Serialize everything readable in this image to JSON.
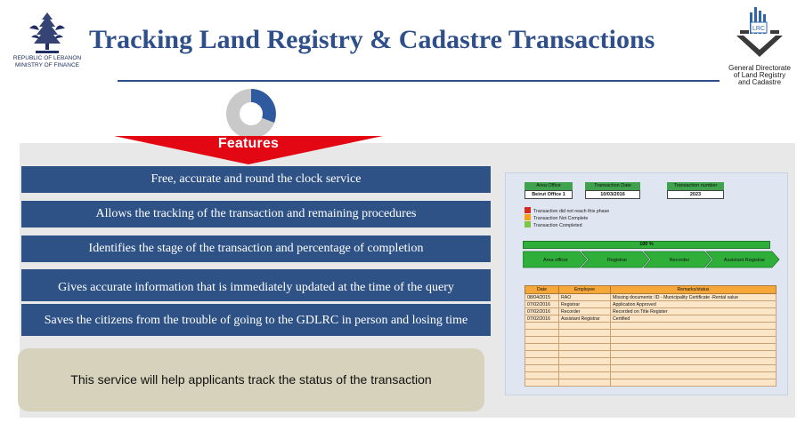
{
  "header": {
    "title": "Tracking Land Registry & Cadastre Transactions",
    "left_logo": {
      "icon": "cedar-tree-icon",
      "line1": "REPUBLIC OF LEBANON",
      "line2": "MINISTRY OF FINANCE"
    },
    "right_logo": {
      "icon": "lrc-logo-icon",
      "line1": "General Directorate",
      "line2": "of Land Registry",
      "line3": "and Cadastre"
    }
  },
  "features": {
    "heading": "Features",
    "items": [
      "Free, accurate and round the clock service",
      "Allows the tracking of the transaction and remaining procedures",
      "Identifies the stage of the transaction and percentage of completion",
      "Gives accurate information that is immediately updated at the time of  the  query",
      "Saves the citizens from the trouble of going to the GDLRC in person and losing time"
    ]
  },
  "notice": "This service will help applicants track the status of the transaction",
  "preview": {
    "fields": [
      {
        "label": "Area Office",
        "value": "Beirut Office 1"
      },
      {
        "label": "Transaction Date",
        "value": "10/03/2016"
      },
      {
        "label": "Transaction number",
        "value": "2023"
      }
    ],
    "legend": [
      {
        "color": "#d62b1f",
        "text": "Transaction did not reach this phase"
      },
      {
        "color": "#f2a31b",
        "text": "Transaction Not Complete"
      },
      {
        "color": "#7cc644",
        "text": "Transaction Completed"
      }
    ],
    "progress_text": "100  %",
    "progress": 1.0,
    "steps": [
      "Area officer",
      "Registrar",
      "Recorder",
      "Assistant Registrar"
    ],
    "table": {
      "headers": [
        "Date",
        "Employee",
        "Remarks/status"
      ],
      "rows": [
        [
          "08/04/2015",
          "RAO",
          "Missing documents: ID - Municipality Certificate -Rental value"
        ],
        [
          "07/02/2016",
          "Registrar",
          "Application Approved"
        ],
        [
          "07/02/2016",
          "Recorder",
          "Recorded on Title Register"
        ],
        [
          "07/02/2016",
          "Assistant Registrar",
          "Certified"
        ],
        [
          "",
          "",
          ""
        ],
        [
          "",
          "",
          ""
        ],
        [
          "",
          "",
          ""
        ],
        [
          "",
          "",
          ""
        ],
        [
          "",
          "",
          ""
        ],
        [
          "",
          "",
          ""
        ],
        [
          "",
          "",
          ""
        ],
        [
          "",
          "",
          ""
        ],
        [
          "",
          "",
          ""
        ]
      ]
    }
  },
  "colors": {
    "title": "#2f4f8a",
    "feature_bar": "#2e5286",
    "banner": "#e30613",
    "notice_bg": "#d6d2bb",
    "panel_bg": "#e8e8e8"
  }
}
